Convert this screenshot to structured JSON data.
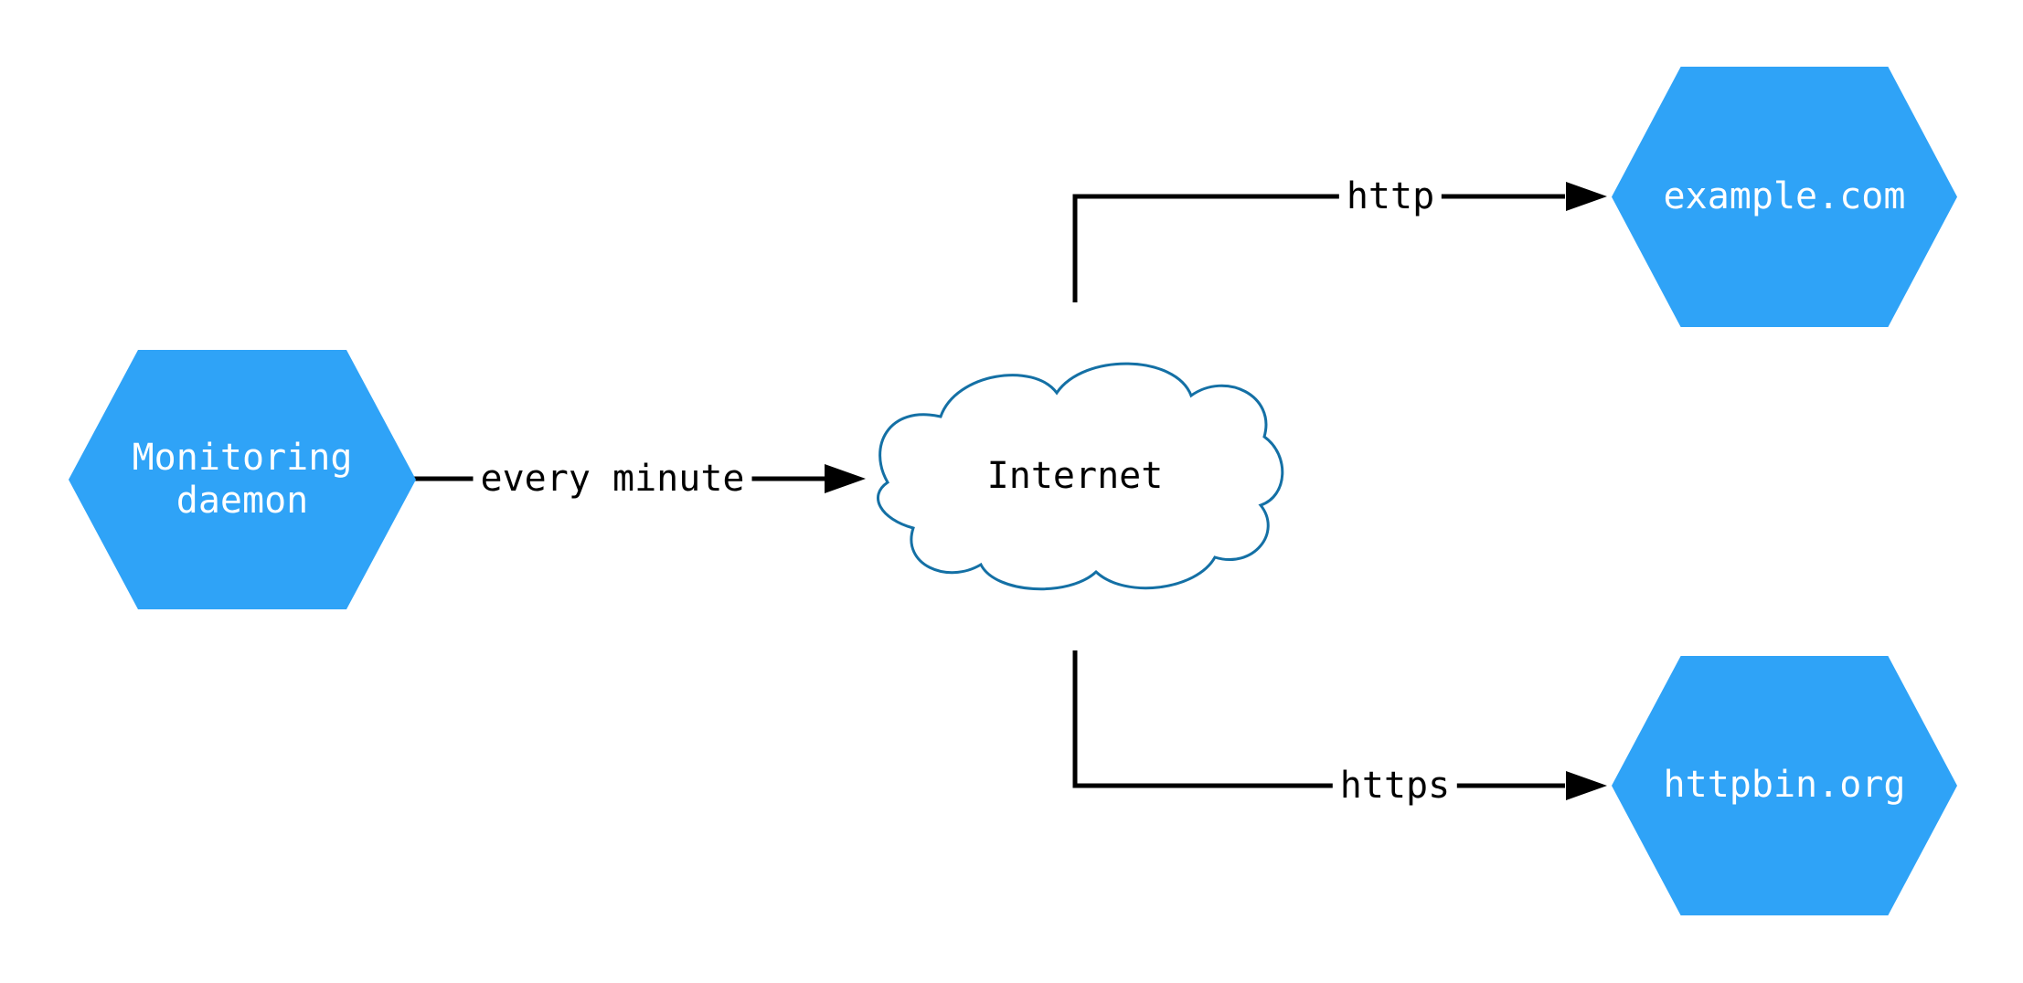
{
  "diagram": {
    "nodes": {
      "monitoring_daemon": {
        "label": "Monitoring\ndaemon",
        "shape": "hexagon",
        "fill": "#2FA3F7",
        "text_color": "#FFFFFF"
      },
      "internet": {
        "label": "Internet",
        "shape": "cloud",
        "stroke": "#1470A5",
        "fill": "#FFFFFF",
        "text_color": "#000000"
      },
      "example_com": {
        "label": "example.com",
        "shape": "hexagon",
        "fill": "#2FA3F7",
        "text_color": "#FFFFFF"
      },
      "httpbin_org": {
        "label": "httpbin.org",
        "shape": "hexagon",
        "fill": "#2FA3F7",
        "text_color": "#FFFFFF"
      }
    },
    "edges": {
      "monitoring_to_internet": {
        "label": "every minute",
        "from": "monitoring_daemon",
        "to": "internet",
        "arrow": "true"
      },
      "internet_to_example": {
        "label": "http",
        "from": "internet",
        "to": "example_com",
        "arrow": "true"
      },
      "internet_to_httpbin": {
        "label": "https",
        "from": "internet",
        "to": "httpbin_org",
        "arrow": "true"
      }
    },
    "colors": {
      "edge": "#000000",
      "background": "#FFFFFF"
    }
  }
}
